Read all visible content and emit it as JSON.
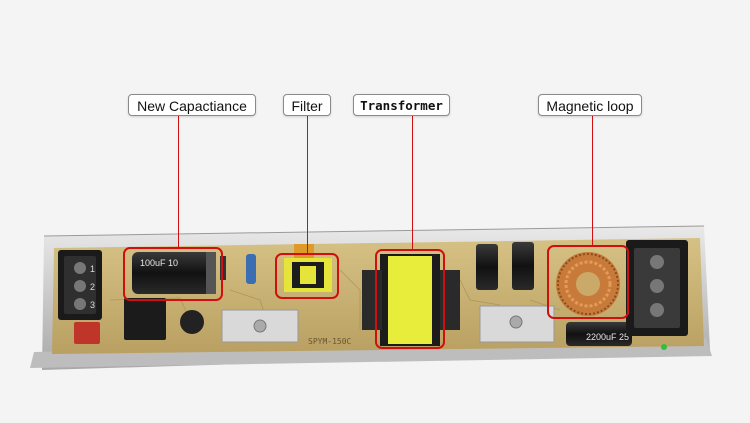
{
  "callouts": {
    "new_capacitance": "New Capactiance",
    "filter": "Filter",
    "transformer": "Transformer",
    "magnetic_loop": "Magnetic loop"
  },
  "board_marking": "SPYM-150C",
  "capacitor_1_marking": "100uF 10",
  "capacitor_2_marking": "2200uF 25",
  "terminal_left_numbers": [
    "1",
    "2",
    "3"
  ],
  "colors": {
    "highlight": "#d01010",
    "pcb": "#c8b273",
    "transformer_core": "#e8ec3a",
    "coil_copper": "#c77a3a"
  }
}
